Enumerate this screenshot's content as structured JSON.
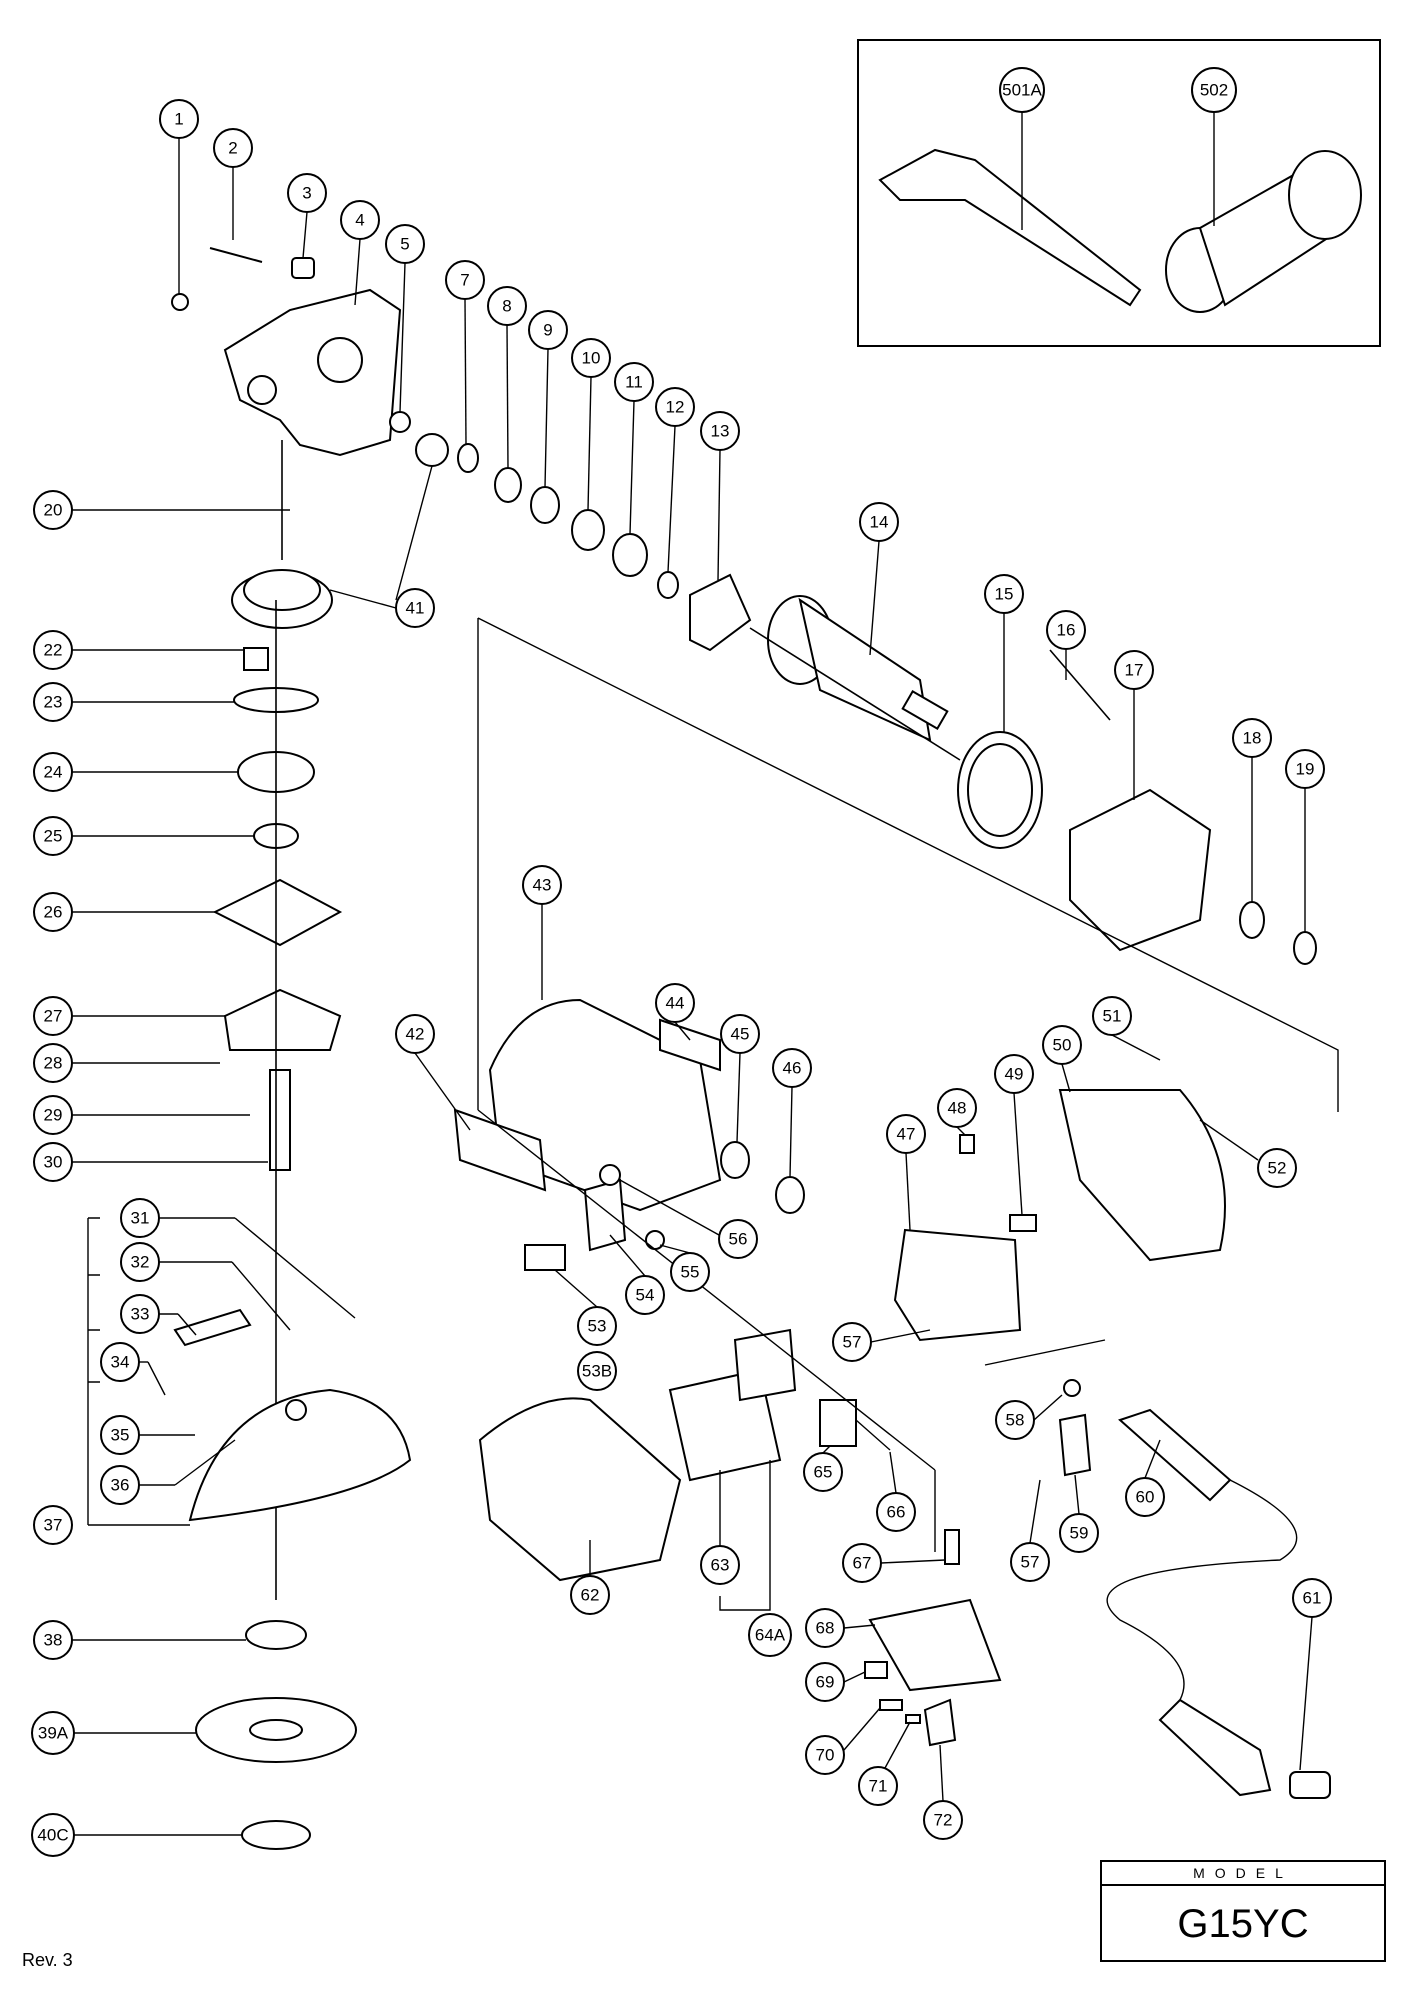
{
  "parts": [
    "1",
    "2",
    "3",
    "4",
    "5",
    "7",
    "8",
    "9",
    "10",
    "11",
    "12",
    "13",
    "14",
    "15",
    "16",
    "17",
    "18",
    "19",
    "20",
    "22",
    "23",
    "24",
    "25",
    "26",
    "27",
    "28",
    "29",
    "30",
    "31",
    "32",
    "33",
    "34",
    "35",
    "36",
    "37",
    "38",
    "39A",
    "40C",
    "41",
    "42",
    "43",
    "44",
    "45",
    "46",
    "47",
    "48",
    "49",
    "50",
    "51",
    "52",
    "53",
    "53B",
    "54",
    "55",
    "56",
    "57",
    "57",
    "58",
    "59",
    "60",
    "61",
    "62",
    "63",
    "64A",
    "65",
    "66",
    "67",
    "68",
    "69",
    "70",
    "71",
    "72",
    "501A",
    "502"
  ],
  "model_box": {
    "header": "MODEL",
    "value": "G15YC"
  },
  "revision": "Rev. 3"
}
